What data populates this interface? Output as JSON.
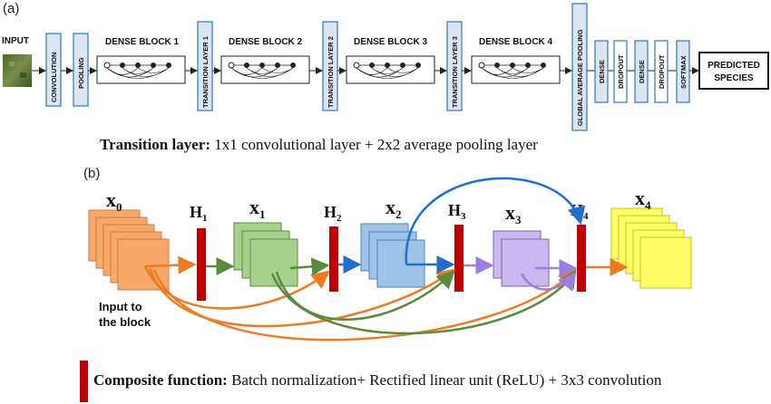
{
  "panel_a": {
    "label": "(a)",
    "input_label": "INPUT",
    "layers": {
      "convolution": "CONVOLUTION",
      "pooling": "POOLING",
      "transition1": "TRANSITION LAYER 1",
      "transition2": "TRANSITION LAYER 2",
      "transition3": "TRANSITION LAYER 3",
      "gap": "GLOBAL AVERAGE POOLING",
      "dense1": "DENSE",
      "dropout1": "DROPOUT",
      "dense2": "DENSE",
      "dropout2": "DROPOUT",
      "softmax": "SOFTMAX"
    },
    "dense_blocks": [
      "DENSE BLOCK 1",
      "DENSE BLOCK 2",
      "DENSE BLOCK 3",
      "DENSE BLOCK 4"
    ],
    "output_line1": "PREDICTED",
    "output_line2": "SPECIES",
    "caption_bold": "Transition layer:",
    "caption_text": " 1x1 convolutional layer + 2x2 average pooling layer"
  },
  "panel_b": {
    "label": "(b)",
    "x0": "x",
    "x0_sub": "0",
    "x1": "x",
    "x1_sub": "1",
    "x2": "x",
    "x2_sub": "2",
    "x3": "x",
    "x3_sub": "3",
    "x4": "x",
    "x4_sub": "4",
    "h1": "H",
    "h1_sub": "1",
    "h2": "H",
    "h2_sub": "2",
    "h3": "H",
    "h3_sub": "3",
    "h4": "H",
    "h4_sub": "4",
    "input_line1": "Input to",
    "input_line2": "the block",
    "caption_bold": "Composite function:",
    "caption_text": " Batch normalization+ Rectified linear unit (ReLU) + 3x3 convolution"
  },
  "colors": {
    "layer_fill": "#dce6f2",
    "layer_stroke": "#2e75b6",
    "composite": "#c00000",
    "orange": "#f79646",
    "green": "#70ad47",
    "blue": "#1f6fd1",
    "purple": "#9b7fe0",
    "yellow": "#ffff66"
  }
}
